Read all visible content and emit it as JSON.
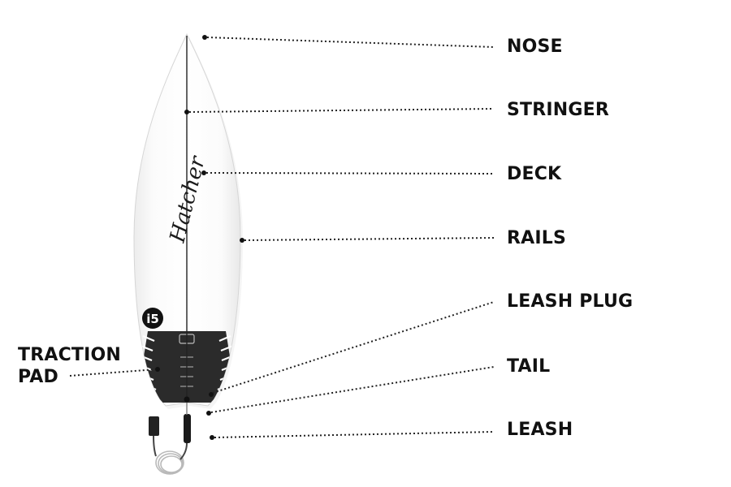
{
  "diagram": {
    "labels": {
      "nose": "NOSE",
      "stringer": "STRINGER",
      "deck": "DECK",
      "rails": "RAILS",
      "leash_plug": "LEASH PLUG",
      "tail": "TAIL",
      "leash": "LEASH",
      "traction_pad_line1": "TRACTION",
      "traction_pad_line2": "PAD"
    },
    "brand_badge": "i5",
    "signature_text": "Hatcher",
    "colors": {
      "board": "#fdfdfd",
      "board_outline": "#d6d6d6",
      "stringer": "#222222",
      "pad": "#2b2b2b",
      "label_text": "#111111",
      "leader_line": "#222222"
    }
  }
}
